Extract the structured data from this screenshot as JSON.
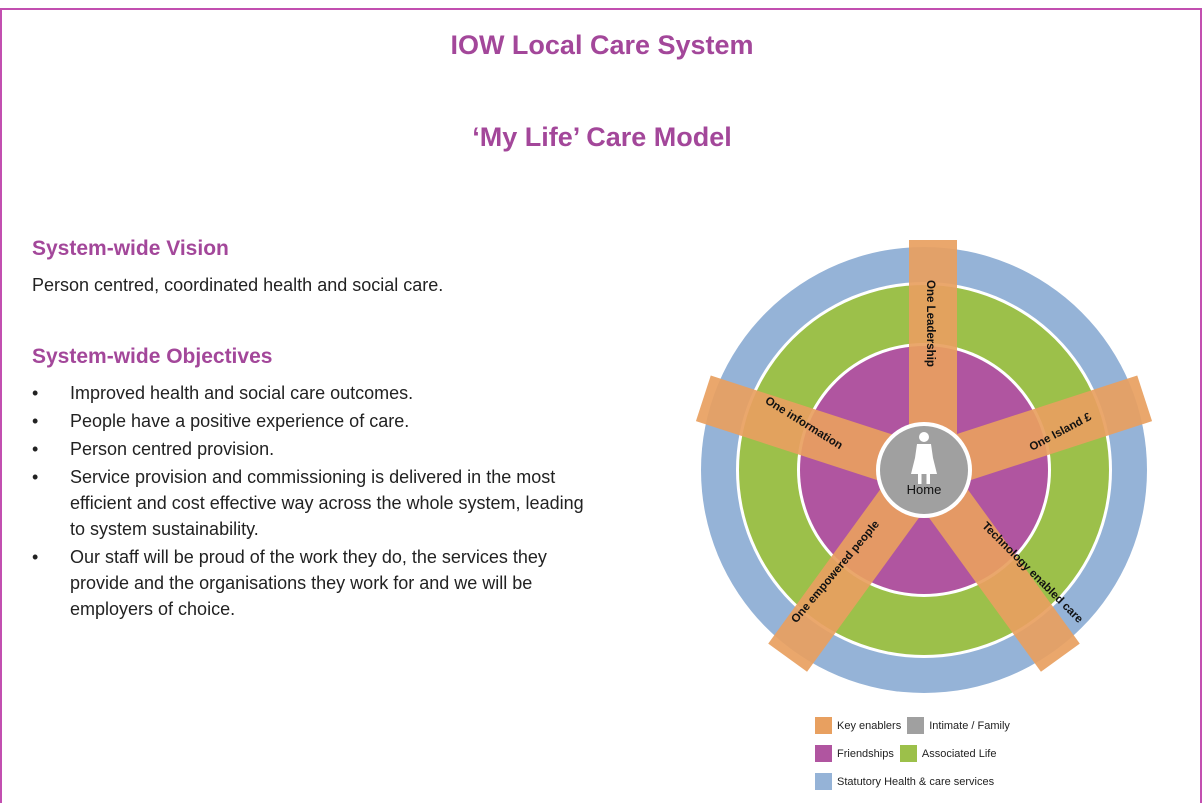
{
  "title": "IOW Local Care System",
  "subtitle": "‘My Life’ Care Model",
  "vision": {
    "heading": "System-wide Vision",
    "text": "Person centred, coordinated health and social care."
  },
  "objectives": {
    "heading": "System-wide Objectives",
    "bullet": "•",
    "items": [
      "Improved health and social care outcomes.",
      "People have a positive experience of care.",
      "Person centred provision.",
      "Service provision and commissioning is delivered in the most efficient and cost effective way across the whole system, leading to system sustainability.",
      "Our staff will be proud of the work they do, the services they provide and the organisations they work for and we will be employers of choice."
    ]
  },
  "diagram": {
    "center_label": "Home",
    "enablers": [
      "One Leadership",
      "One Island £",
      "Technology enabled care",
      "One empowered people",
      "One information"
    ],
    "colors": {
      "key_enablers": "#e8a060",
      "intimate_family": "#a0a0a0",
      "friendships": "#b055a0",
      "associated_life": "#9cc04a",
      "statutory": "#95b3d7"
    }
  },
  "legend": {
    "key_enablers": "Key enablers",
    "intimate_family": "Intimate / Family",
    "friendships": "Friendships",
    "associated_life": "Associated Life",
    "statutory": "Statutory Health & care services"
  }
}
